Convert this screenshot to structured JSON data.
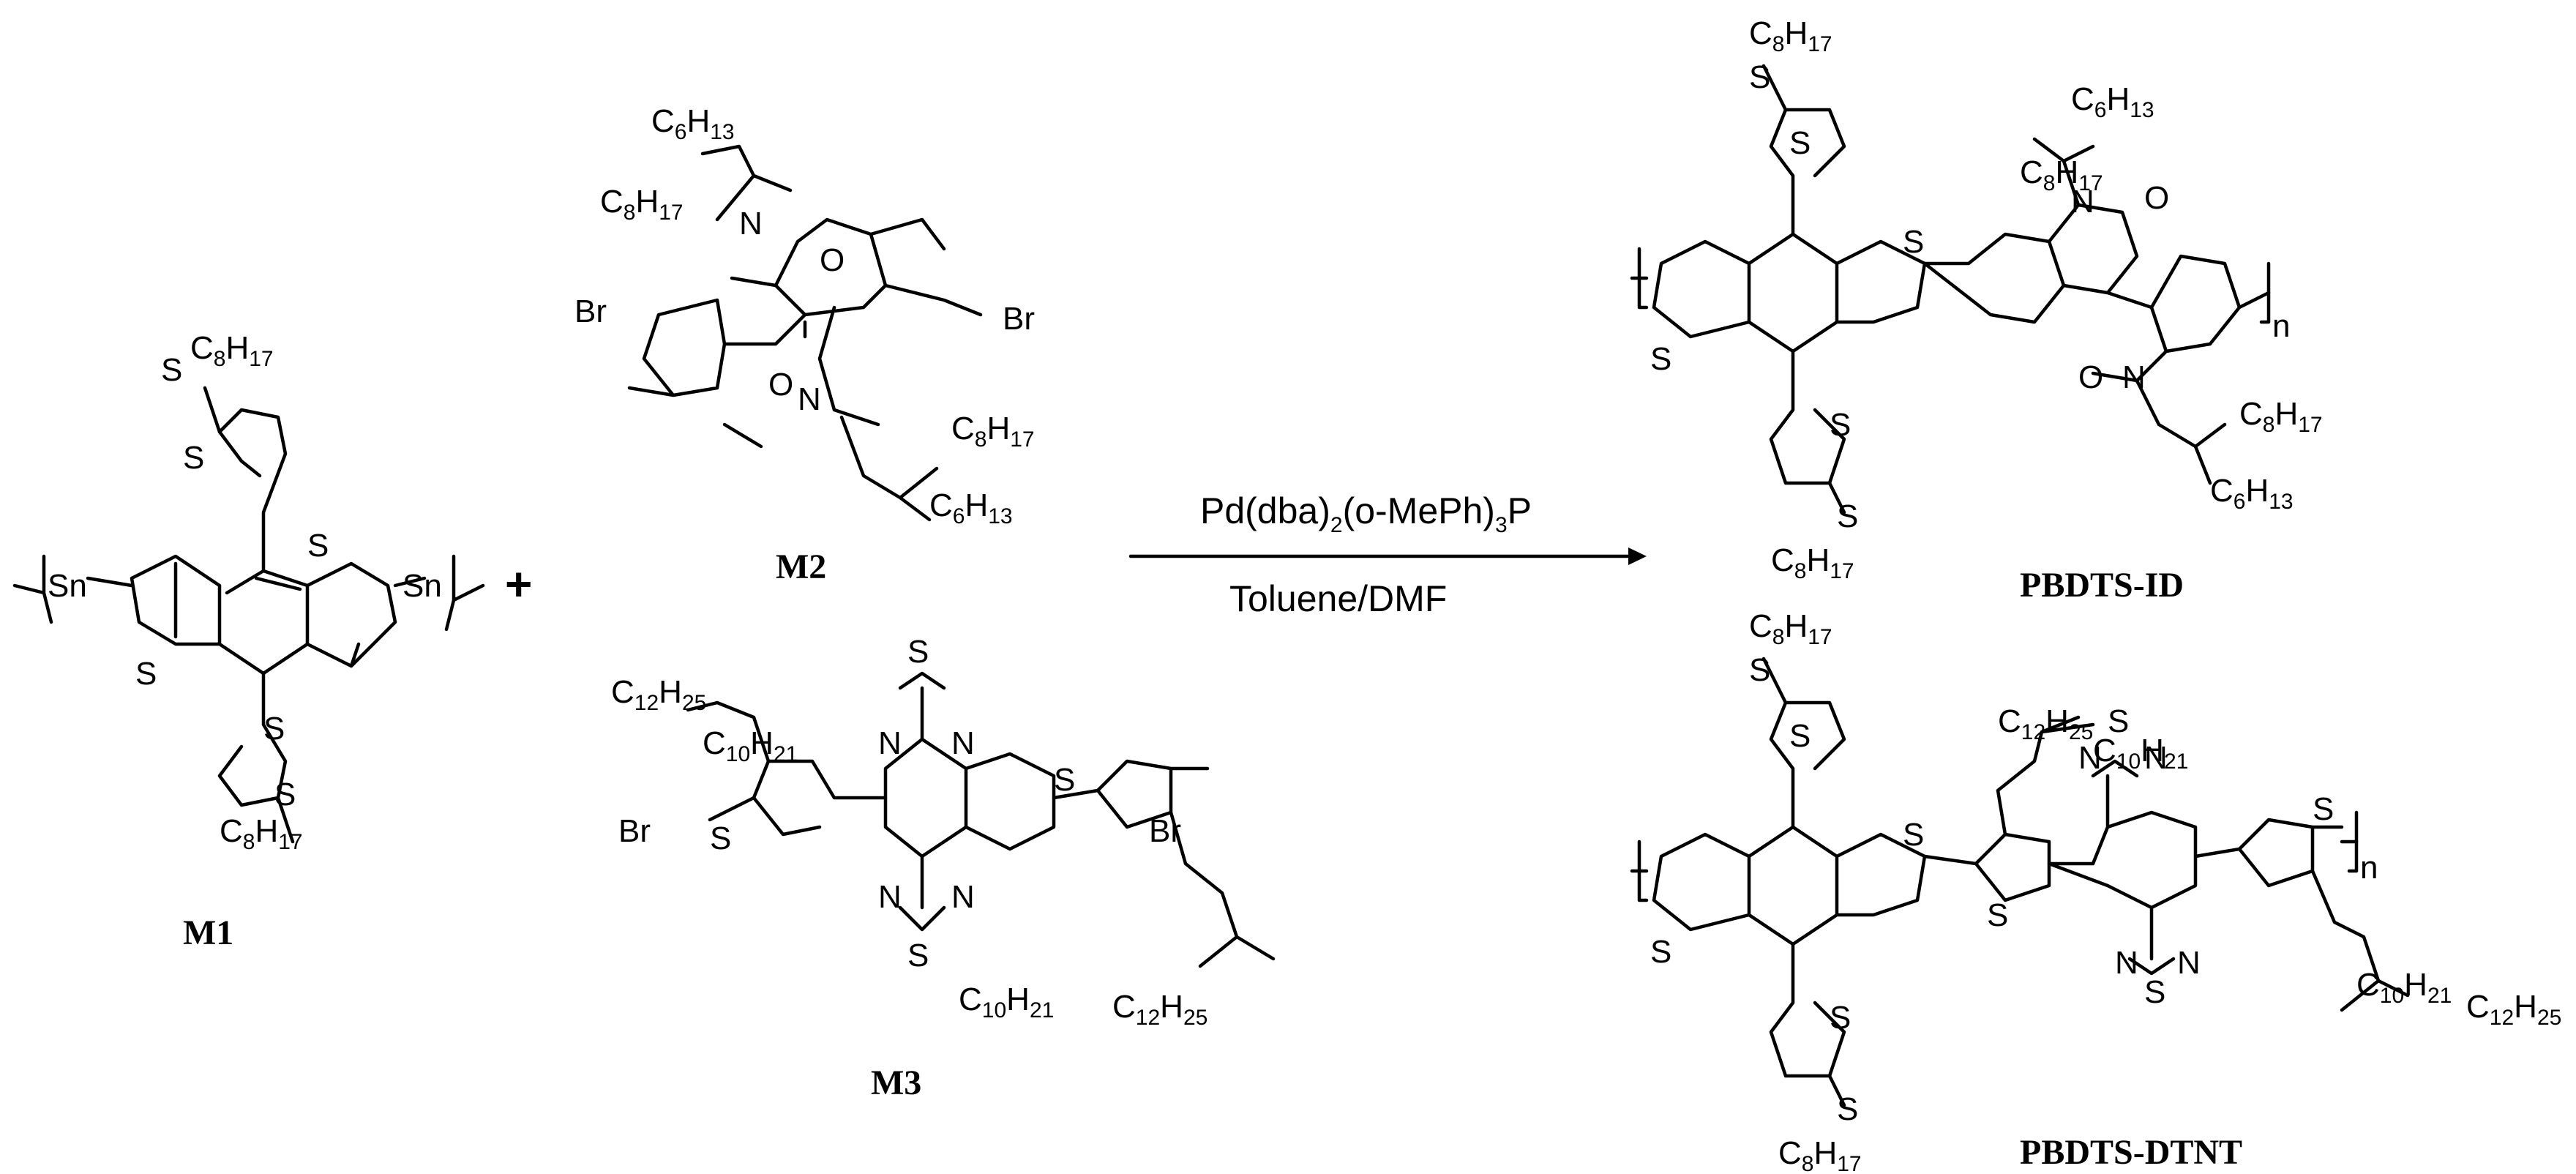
{
  "labels": {
    "m1": "M1",
    "m2": "M2",
    "m3": "M3",
    "plus": "+",
    "product1": "PBDTS-ID",
    "product2": "PBDTS-DTNT"
  },
  "conditions": {
    "catalyst_main": "Pd(dba)",
    "catalyst_sub1": "2",
    "catalyst_mid": "(o-MePh)",
    "catalyst_sub2": "3",
    "catalyst_end": "P",
    "solvent": "Toluene/DMF"
  },
  "atoms": {
    "S": "S",
    "N": "N",
    "O": "O",
    "Br": "Br",
    "Sn": "Sn",
    "n": "n"
  },
  "chains": {
    "C": "C",
    "H": "H",
    "n6": "6",
    "n8": "8",
    "n10": "10",
    "n12": "12",
    "n13": "13",
    "n17": "17",
    "n21": "21",
    "n25": "25"
  },
  "colors": {
    "ink": "#000000",
    "background": "#ffffff"
  }
}
